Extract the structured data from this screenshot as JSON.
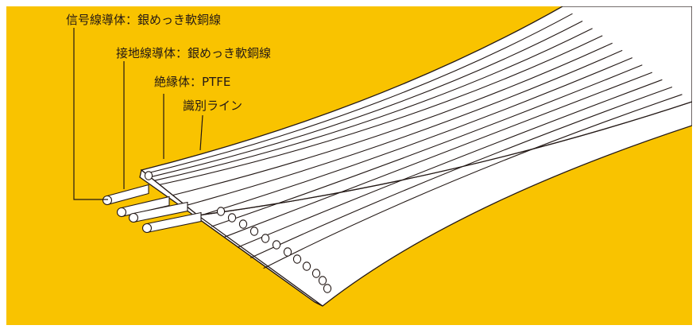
{
  "colors": {
    "background": "#F9C300",
    "cable_surface": "#FFFFFF",
    "outline": "#231815"
  },
  "labels": {
    "signal_conductor": "信号線導体：銀めっき軟銅線",
    "ground_conductor": "接地線導体：銀めっき軟銅線",
    "insulator": "絶縁体：PTFE",
    "identification_line": "識別ライン"
  },
  "icons": [
    "flat-ribbon-cable",
    "exposed-conductor-wire",
    "conductor-end-circle"
  ]
}
